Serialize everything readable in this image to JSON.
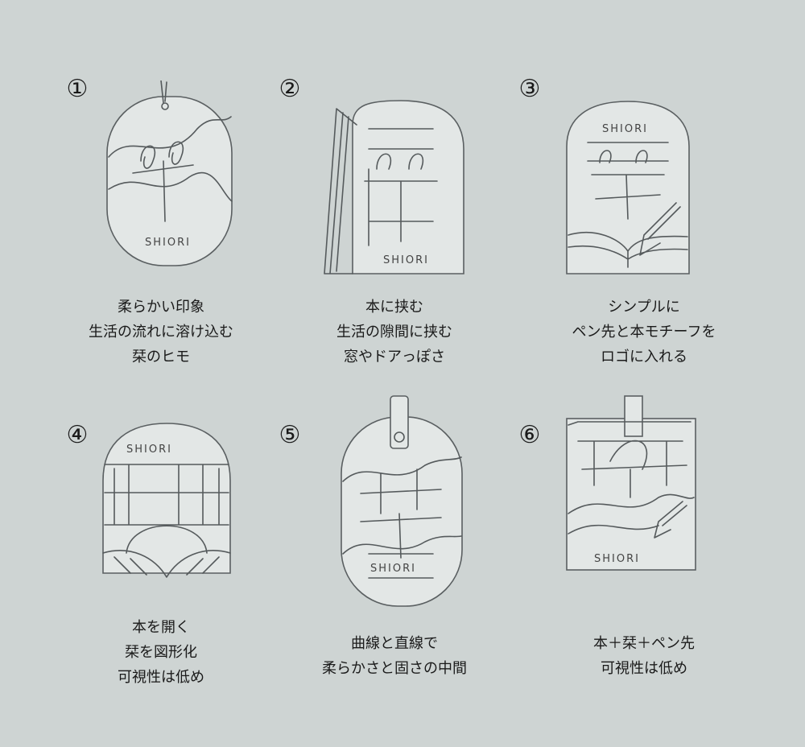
{
  "concepts": [
    {
      "number": "①",
      "logo_text": "SHIORI",
      "caption": [
        "柔らかい印象",
        "生活の流れに溶け込む",
        "栞のヒモ"
      ]
    },
    {
      "number": "②",
      "logo_text": "SHIORI",
      "caption": [
        "本に挟む",
        "生活の隙間に挟む",
        "窓やドアっぽさ"
      ]
    },
    {
      "number": "③",
      "logo_text": "SHIORI",
      "caption": [
        "シンプルに",
        "ペン先と本モチーフを",
        "ロゴに入れる"
      ]
    },
    {
      "number": "④",
      "logo_text": "SHIORI",
      "caption": [
        "本を開く",
        "栞を図形化",
        "可視性は低め"
      ]
    },
    {
      "number": "⑤",
      "logo_text": "SHIORI",
      "caption": [
        "曲線と直線で",
        "柔らかさと固さの中間"
      ]
    },
    {
      "number": "⑥",
      "logo_text": "SHIORI",
      "caption": [
        "本＋栞＋ペン先",
        "可視性は低め"
      ]
    }
  ]
}
